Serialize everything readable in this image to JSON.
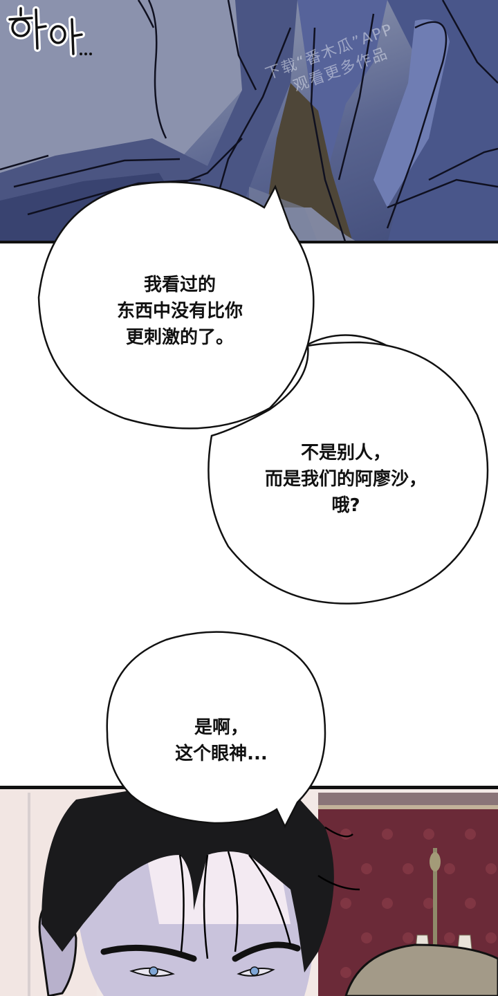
{
  "comic": {
    "panels": [
      {
        "id": "top-panel",
        "description": "Close-up dark blue-tinted scene of clothing / figures",
        "sound_effect": "하아...",
        "watermark": {
          "line1": "下载“番木瓜”APP",
          "line2": "观看更多作品"
        }
      },
      {
        "id": "bottom-panel",
        "description": "Dark-haired man with furrowed brow and blue eyes, red damask wallpaper and wall sconce behind"
      }
    ],
    "bubbles": [
      {
        "id": "bubble-1",
        "lines": "我看过的\n东西中没有比你\n更刺激的了。"
      },
      {
        "id": "bubble-2",
        "lines": "不是别人，\n而是我们的阿廖沙，\n哦?"
      },
      {
        "id": "bubble-3",
        "lines": "是啊，\n这个眼神..."
      }
    ],
    "colors": {
      "top_panel_blue": "#5a6590",
      "panel_border": "#111111",
      "bubble_fill": "#ffffff",
      "bubble_stroke": "#111111",
      "wallpaper_red": "#6b2a38",
      "hair_black": "#1a1a1c",
      "skin_lavender": "#c9c3dc",
      "eye_blue": "#7fa6d6"
    }
  }
}
